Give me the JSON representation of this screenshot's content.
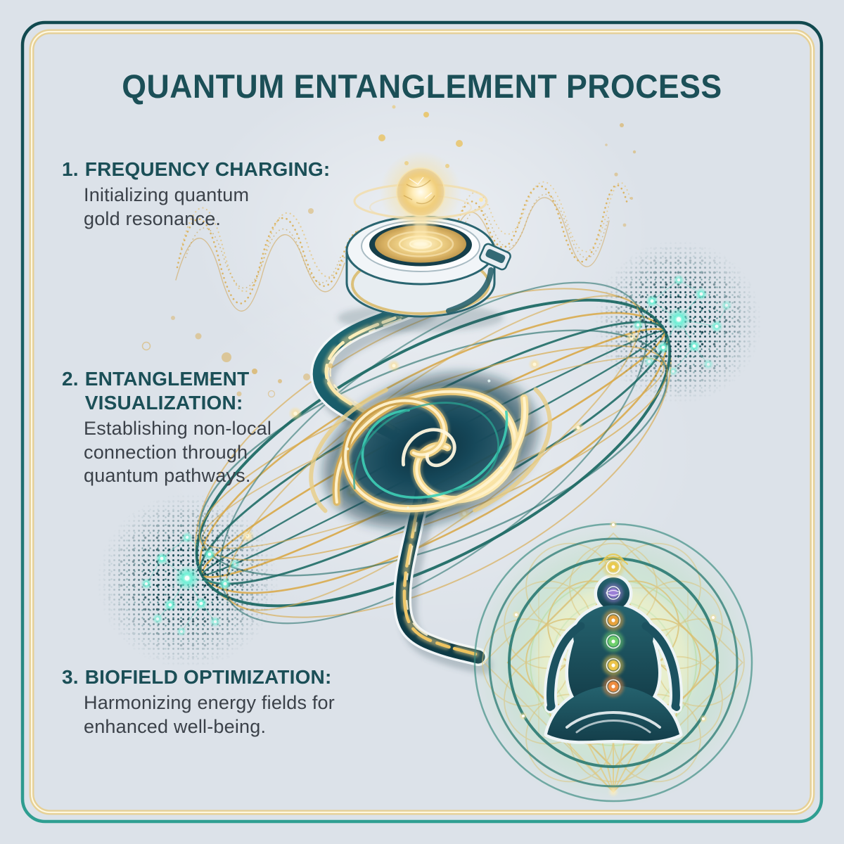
{
  "title": "QUANTUM ENTANGLEMENT PROCESS",
  "steps": [
    {
      "number": "1.",
      "heading": "FREQUENCY CHARGING:",
      "body": "Initializing quantum\ngold resonance."
    },
    {
      "number": "2.",
      "heading": "ENTANGLEMENT\nVISUALIZATION:",
      "body": "Establishing non-local\nconnection through\nquantum pathways."
    },
    {
      "number": "3.",
      "heading": "BIOFIELD OPTIMIZATION:",
      "body": "Harmonizing energy fields for\nenhanced well-being."
    }
  ],
  "icons": [
    "charging-device-icon",
    "gold-wave-left-icon",
    "gold-wave-right-icon",
    "energy-path-icon",
    "quantum-orbits-icon",
    "vortex-icon",
    "particle-cloud-left",
    "particle-cloud-right",
    "biofield-mandala-icon",
    "meditator-icon"
  ],
  "colors": {
    "background": "#dce2e9",
    "frame_teal": "#1a5f63",
    "frame_gold": "#e7d49c",
    "heading_teal": "#1b4f57",
    "body_text": "#3b4149",
    "gold": "#d9ab4e",
    "gold_light": "#f3e3b0",
    "teal_line": "#1f6b66",
    "teal_dark": "#123f4b",
    "cyan_glow": "#5fe8cd",
    "chakra_crown": "#e9c94f",
    "chakra_third_eye": "#9b7fd6",
    "chakra_throat": "#e8a23c",
    "chakra_heart": "#6fd06c",
    "chakra_solar": "#ecc44a",
    "chakra_sacral": "#ed8b3f"
  }
}
